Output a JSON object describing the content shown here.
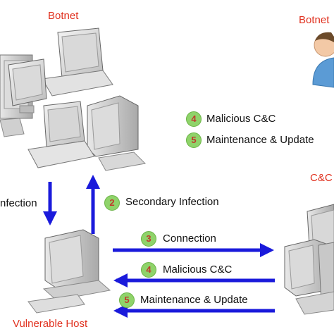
{
  "labels": {
    "botnet_left": "Botnet",
    "botnet_right": "Botnet",
    "cc": "C&C",
    "vulnerable_host": "Vulnerable Host",
    "infection_partial": "nfection"
  },
  "steps": {
    "secondary_infection": {
      "num": "2",
      "text": "Secondary Infection"
    },
    "connection": {
      "num": "3",
      "text": "Connection"
    },
    "malicious_cc_bottom": {
      "num": "4",
      "text": "Malicious C&C"
    },
    "maintenance_bottom": {
      "num": "5",
      "text": "Maintenance & Update"
    },
    "malicious_cc_top": {
      "num": "4",
      "text": "Malicious C&C"
    },
    "maintenance_top": {
      "num": "5",
      "text": "Maintenance & Update"
    }
  },
  "icons": [
    "laptop-icon",
    "desktop-computer-icon",
    "server-icon",
    "person-icon",
    "arrow-icon"
  ],
  "colors": {
    "arrow": "#1a1adb",
    "accent_red": "#e0301e",
    "badge_green": "#8fd36a"
  }
}
